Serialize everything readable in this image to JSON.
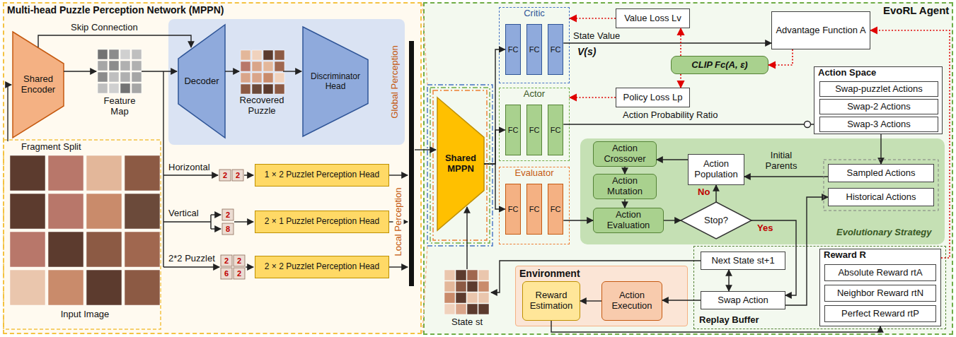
{
  "diagram": {
    "nodes": [
      {
        "text": [
          "Multi-head Puzzle Perception Network (MPPN)"
        ]
      },
      {
        "text": [
          "Shared Encoder"
        ],
        "in": 0
      },
      {
        "text": [
          "Global Perception"
        ],
        "in": 0
      },
      {
        "text": [
          "Decoder"
        ],
        "in": 2
      },
      {
        "text": [
          "Discriminator Head"
        ],
        "in": 2
      },
      {
        "text": [
          "1 × 2 Puzzlet Perception Head"
        ],
        "in": 0
      },
      {
        "text": [
          "2 × 1 Puzzlet Perception Head"
        ],
        "in": 0
      },
      {
        "text": [
          "2 × 2 Puzzlet Perception Head"
        ],
        "in": 0
      },
      {
        "text": [
          "EvoRL Agent"
        ]
      },
      {
        "text": [
          "Critic"
        ],
        "in": 8
      },
      {
        "text": [
          "FC"
        ],
        "in": 9
      },
      {
        "text": [
          "FC"
        ],
        "in": 9
      },
      {
        "text": [
          "FC"
        ],
        "in": 9
      },
      {
        "text": [
          "Actor"
        ],
        "in": 8
      },
      {
        "text": [
          "FC"
        ],
        "in": 13
      },
      {
        "text": [
          "FC"
        ],
        "in": 13
      },
      {
        "text": [
          "FC"
        ],
        "in": 13
      },
      {
        "text": [
          "Shared MPPN"
        ],
        "in": 8
      },
      {
        "text": [
          "Evaluator"
        ],
        "in": 8
      },
      {
        "text": [
          "FC"
        ],
        "in": 18
      },
      {
        "text": [
          "FC"
        ],
        "in": 18
      },
      {
        "text": [
          "FC"
        ],
        "in": 18
      },
      {
        "text": [
          "Value Loss Lv"
        ],
        "in": 8
      },
      {
        "text": [
          "Policy Loss Lp"
        ],
        "in": 8
      },
      {
        "text": [
          "CLIP Fc(A, ε)"
        ],
        "in": 8
      },
      {
        "text": [
          "Advantage Function A"
        ],
        "in": 8
      },
      {
        "text": [
          "Action Space"
        ],
        "in": 8
      },
      {
        "text": [
          "Swap-puzzlet Actions"
        ],
        "in": 26
      },
      {
        "text": [
          "Swap-2 Actions"
        ],
        "in": 26
      },
      {
        "text": [
          "Swap-3 Actions"
        ],
        "in": 26
      },
      {
        "text": [
          "Evolutionary Strategy"
        ],
        "in": 8
      },
      {
        "text": [
          "Action Crossover"
        ],
        "in": 30
      },
      {
        "text": [
          "Action Mutation"
        ],
        "in": 30
      },
      {
        "text": [
          "Action Evaluation"
        ],
        "in": 30
      },
      {
        "text": [
          "Action Population"
        ],
        "in": 30
      },
      {
        "text": [
          "Stop?"
        ],
        "in": 30
      },
      {
        "text": [
          "Sampled Actions"
        ],
        "in": 30
      },
      {
        "text": [
          "Historical Actions"
        ],
        "in": 30
      },
      {
        "text": [
          "Environment"
        ],
        "in": 8
      },
      {
        "text": [
          "Reward Estimation"
        ],
        "in": 38
      },
      {
        "text": [
          "Action Execution"
        ],
        "in": 38
      },
      {
        "text": [
          "Replay Buffer"
        ],
        "in": 8
      },
      {
        "text": [
          "Next State st+1"
        ],
        "in": 41
      },
      {
        "text": [
          "Swap Action"
        ],
        "in": 41
      },
      {
        "text": [
          "Reward R"
        ],
        "in": 41
      },
      {
        "text": [
          "Absolute Reward rtA"
        ],
        "in": 44
      },
      {
        "text": [
          "Neighbor Reward rtN"
        ],
        "in": 44
      },
      {
        "text": [
          "Perfect Reward rtP"
        ],
        "in": 44
      }
    ],
    "edges": [
      {
        "from": 17,
        "to": 10,
        "arrow": "to"
      },
      {
        "from": 17,
        "to": 14,
        "arrow": "to"
      },
      {
        "from": 17,
        "to": 19,
        "arrow": "to"
      },
      {
        "from": 12,
        "to": 25,
        "arrow": "to"
      },
      {
        "from": 22,
        "to": 9,
        "arrow": "to"
      },
      {
        "from": 23,
        "to": 13,
        "arrow": "to"
      },
      {
        "from": 24,
        "to": 22,
        "arrow": "to"
      },
      {
        "from": 24,
        "to": 23,
        "arrow": "to"
      },
      {
        "from": 25,
        "to": 24,
        "arrow": "to"
      },
      {
        "from": 44,
        "to": 25,
        "arrow": "to"
      },
      {
        "from": 16,
        "to": 26,
        "arrow": "none"
      },
      {
        "from": 26,
        "to": 36,
        "arrow": "to"
      },
      {
        "from": 36,
        "to": 34,
        "arrow": "to"
      },
      {
        "from": 34,
        "to": 31,
        "arrow": "to"
      },
      {
        "from": 31,
        "to": 32,
        "arrow": "to"
      },
      {
        "from": 32,
        "to": 33,
        "arrow": "to"
      },
      {
        "from": 33,
        "to": 35,
        "arrow": "to"
      },
      {
        "from": 35,
        "to": 34,
        "arrow": "to",
        "label": "No"
      },
      {
        "from": 35,
        "to": 43,
        "arrow": "to",
        "label": "Yes"
      },
      {
        "from": 21,
        "to": 33,
        "arrow": "to"
      },
      {
        "from": 43,
        "to": 37,
        "arrow": "to"
      },
      {
        "from": 43,
        "to": 40,
        "arrow": "to"
      },
      {
        "from": 40,
        "to": 39,
        "arrow": "to"
      },
      {
        "from": 39,
        "to": 44,
        "arrow": "to"
      },
      {
        "from": 42,
        "to": 43,
        "arrow": "both"
      }
    ],
    "labels": [
      "Skip Connection",
      "Feature Map",
      "Recovered Puzzle",
      "Fragment Split",
      "Input Image",
      "Horizontal",
      "Vertical",
      "2*2 Puzzlet",
      "Local Perception",
      "2",
      "2",
      "2",
      "8",
      "2",
      "2",
      "6",
      "2",
      "State Value",
      "V(s)",
      "Action Probability Ratio",
      "Initial Parents",
      "State st"
    ]
  }
}
